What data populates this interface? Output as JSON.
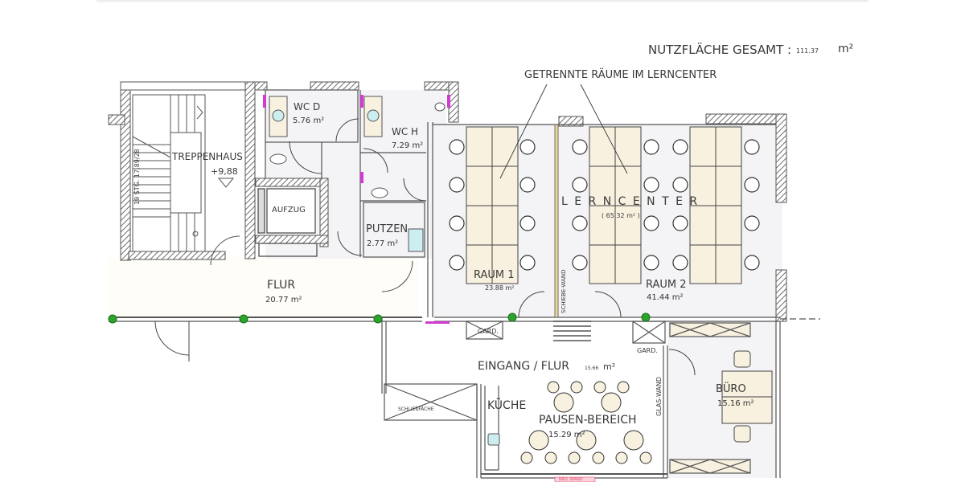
{
  "header": {
    "total_area_label": "NUTZFLÄCHE GESAMT :",
    "total_area_value": "111.37",
    "total_area_unit": "m²",
    "annotation": "GETRENNTE RÄUME IM LERNCENTER"
  },
  "rooms": {
    "stair": {
      "name": "TREPPENHAUS",
      "level": "+9,88",
      "stair_note": "19 STG. 17,89/28"
    },
    "wc_d": {
      "name": "WC D",
      "area": "5.76 m²"
    },
    "wc_h": {
      "name": "WC H",
      "area": "7.29 m²"
    },
    "lift": {
      "name": "AUFZUG"
    },
    "cleaning": {
      "name": "PUTZEN",
      "area": "2.77 m²"
    },
    "corridor": {
      "name": "FLUR",
      "area": "20.77 m²"
    },
    "learning_center": {
      "name": "L E R N C E N T E R",
      "area": "( 65.32   m² )"
    },
    "room1": {
      "name": "RAUM 1",
      "area": "23.88 m²"
    },
    "room2": {
      "name": "RAUM 2",
      "area": "41.44 m²"
    },
    "partition": {
      "name": "SCHIEBE-WAND"
    },
    "entrance": {
      "name": "EINGANG / FLUR",
      "area": "15.66",
      "unit": "m²"
    },
    "wardrobe1": {
      "name": "GARD."
    },
    "wardrobe2": {
      "name": "GARD."
    },
    "kitchen": {
      "name": "KÜCHE"
    },
    "break_area": {
      "name": "PAUSEN-BEREICH",
      "area": "15.29 m²"
    },
    "glass_wall": {
      "name": "GLAS-WAND"
    },
    "office": {
      "name": "BÜRO",
      "area": "15.16 m²"
    },
    "shaft": {
      "name": "SCHLIEßFÄCHE"
    },
    "fire_wall": {
      "name": "BRD. WAND"
    }
  },
  "colors": {
    "wall_hatch": "#8a8a8a",
    "floor": "#f4f3f6",
    "table": "#f8f1df",
    "door_magenta": "#d13bd1",
    "marker_green": "#2aa52a",
    "sink_blue": "#cdeef0",
    "fire_label": "#e8486b"
  }
}
